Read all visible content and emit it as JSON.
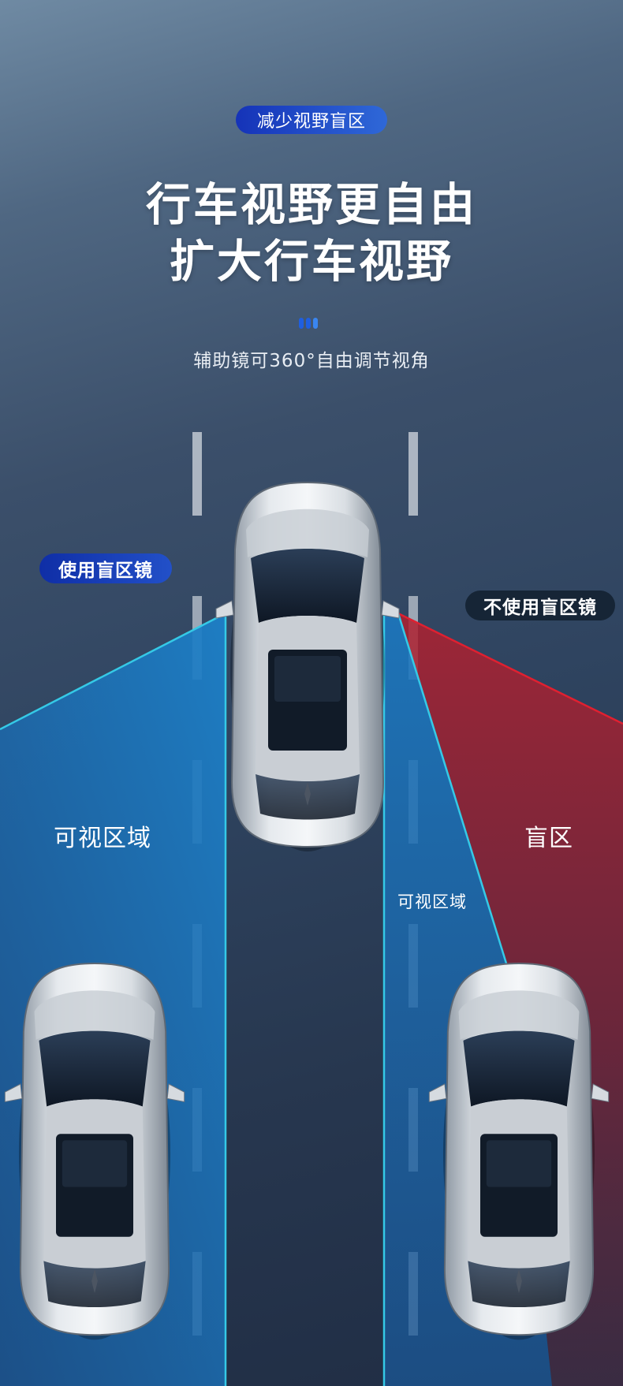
{
  "badge_top": "减少视野盲区",
  "headline_line1": "行车视野更自由",
  "headline_line2": "扩大行车视野",
  "subtitle": "辅助镜可360°自由调节视角",
  "label_with_mirror": "使用盲区镜",
  "label_without_mirror": "不使用盲区镜",
  "zone_visible_left": "可视区域",
  "zone_blind": "盲区",
  "zone_visible_right": "可视区域",
  "colors": {
    "accent_blue": "#1f4fd0",
    "visible_zone": "#1b6fb8",
    "blind_zone": "#9a2236",
    "beam_cyan": "#35c9e6",
    "beam_red": "#e02030"
  }
}
